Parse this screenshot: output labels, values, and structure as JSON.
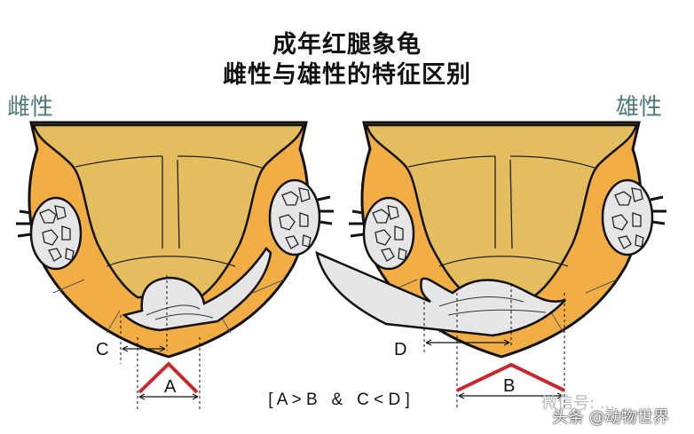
{
  "title": {
    "line1": "成年红腿象龟",
    "line2": "雌性与雄性的特征区别"
  },
  "labels": {
    "female": "雌性",
    "male": "雄性"
  },
  "measures": {
    "a": "A",
    "b": "B",
    "c": "C",
    "d": "D"
  },
  "relation": "[ A > B   &   C < D ]",
  "watermark": {
    "wechat": "微信号: ...",
    "toutiao": "头条 @动物世界"
  },
  "colors": {
    "shell": "#e3bd5e",
    "marginal": "#f2ad45",
    "limb": "#e6e6e6",
    "indicator": "#c8282d",
    "label": "#4d7a77"
  }
}
